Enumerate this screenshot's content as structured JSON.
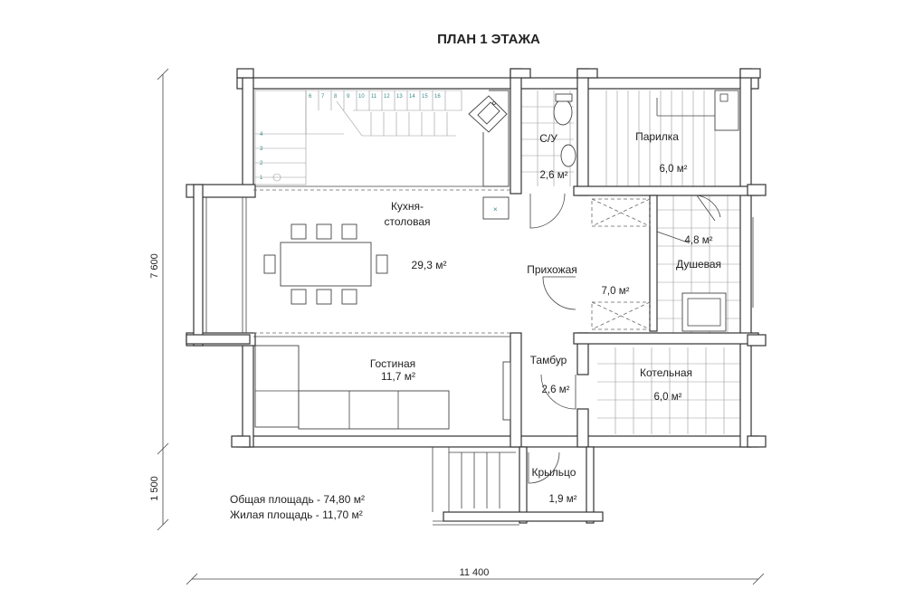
{
  "title": "ПЛАН 1 ЭТАЖА",
  "rooms": {
    "kitchen": {
      "name_line1": "Кухня-",
      "name_line2": "столовая",
      "area": "29,3 м²"
    },
    "living": {
      "name": "Гостиная",
      "area": "11,7 м²"
    },
    "wc": {
      "name": "С/У",
      "area": "2,6 м²"
    },
    "sauna": {
      "name": "Парилка",
      "area": "6,0 м²"
    },
    "hall": {
      "name": "Прихожая"
    },
    "hall_area": "7,0 м²",
    "shower": {
      "name": "Душевая",
      "area": "4,8 м²"
    },
    "vestibule": {
      "name": "Тамбур",
      "area": "2,6 м²"
    },
    "boiler": {
      "name": "Котельная",
      "area": "6,0 м²"
    },
    "porch": {
      "name": "Крыльцо",
      "area": "1,9 м²"
    }
  },
  "totals": {
    "total": "Общая площадь - 74,80 м²",
    "living": "Жилая площадь - 11,70 м²"
  },
  "dimensions": {
    "height_main": "7 600",
    "height_porch": "1 500",
    "width": "11  400"
  },
  "stair_numbers": {
    "left": [
      "1",
      "2",
      "3",
      "4"
    ],
    "top": [
      "6",
      "7",
      "8",
      "9",
      "10",
      "11",
      "12",
      "13",
      "14",
      "15",
      "16"
    ]
  }
}
